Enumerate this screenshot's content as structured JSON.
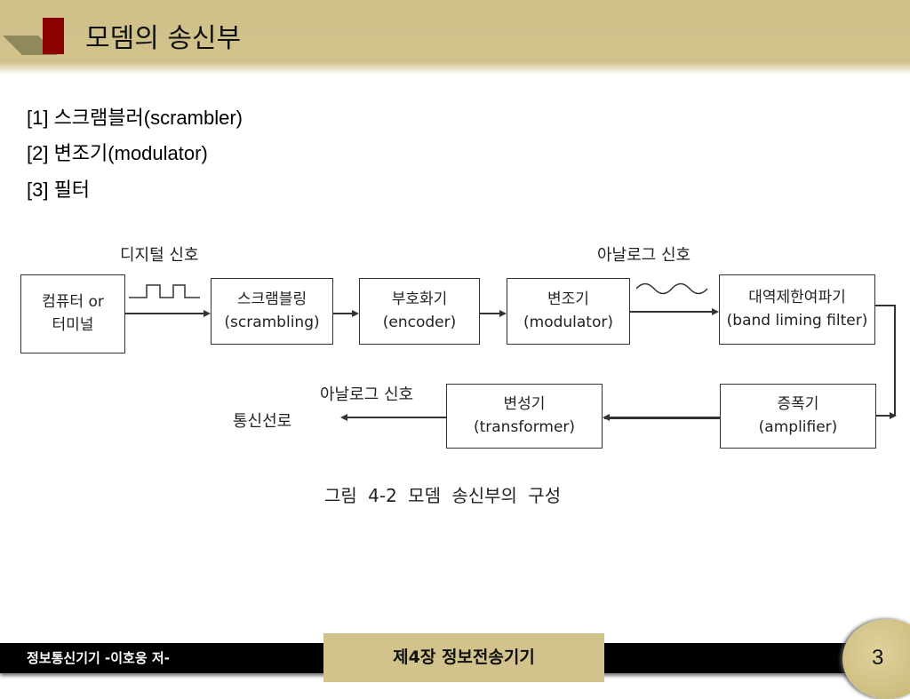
{
  "header": {
    "title": "모뎀의 송신부"
  },
  "lines": [
    "[1] 스크램블러(scrambler)",
    "[2] 변조기(modulator)",
    "[3] 필터"
  ],
  "diagram": {
    "digital_signal": "디지털 신호",
    "analog_signal_top": "아날로그 신호",
    "analog_signal_bottom": "아날로그 신호",
    "line_label": "통신선로",
    "boxes": [
      {
        "l1": "컴퓨터 or",
        "l2": "터미널"
      },
      {
        "l1": "스크램블링",
        "l2": "(scrambling)"
      },
      {
        "l1": "부호화기",
        "l2": "(encoder)"
      },
      {
        "l1": "변조기",
        "l2": "(modulator)"
      },
      {
        "l1": "대역제한여파기",
        "l2": "(band liming filter)"
      },
      {
        "l1": "증폭기",
        "l2": "(amplifier)"
      },
      {
        "l1": "변성기",
        "l2": "(transformer)"
      }
    ],
    "caption": "그림 4-2   모뎀 송신부의 구성"
  },
  "footer": {
    "left": "정보통신기기  -이호웅 저-",
    "center": "제4장 정보전송기기",
    "page": "3"
  }
}
